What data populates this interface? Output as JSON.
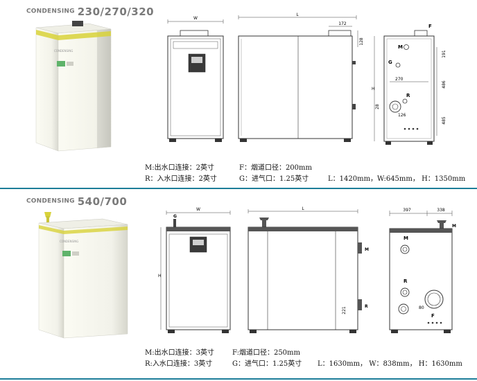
{
  "sections": [
    {
      "brand": "CONDENSING",
      "models": "230/270/320",
      "product_label": "CONDENSING",
      "labels": {
        "W": "W",
        "L": "L",
        "H": "H",
        "F": "F",
        "M": "M",
        "G": "G",
        "R": "R",
        "d172": "172",
        "d128": "128",
        "d191": "191",
        "d270": "270",
        "d486": "486",
        "d28": "28",
        "d126": "126",
        "d485": "485"
      },
      "specs": {
        "row1_col1": "M:出水口连接：2英寸",
        "row1_col2": "F：烟道口径：200mm",
        "row2_col1": "R：入水口连接：2英寸",
        "row2_col2": "G：进气口：1.25英寸",
        "row2_col3": "L：1420mm，W:645mm， H：1350mm"
      }
    },
    {
      "brand": "CONDENSING",
      "models": "540/700",
      "product_label": "CONDENSING",
      "labels": {
        "W": "W",
        "L": "L",
        "H": "H",
        "F": "F",
        "M": "M",
        "G": "G",
        "R": "R",
        "d397": "397",
        "d338": "338",
        "d221": "221",
        "d80": "80"
      },
      "specs": {
        "row1_col1": "M:出水口连接：3英寸",
        "row1_col2": "F:烟道口径：250mm",
        "row2_col1": "R:入水口连接：3英寸",
        "row2_col2": "G：进气口：1.25英寸",
        "row2_col3": "L：1630mm， W：838mm， H：1630mm"
      }
    }
  ],
  "colors": {
    "divider": "#1d7d99",
    "title": "#7a7a7a",
    "accent_yellow": "#d8d23a",
    "display_green": "#5fb36a"
  }
}
